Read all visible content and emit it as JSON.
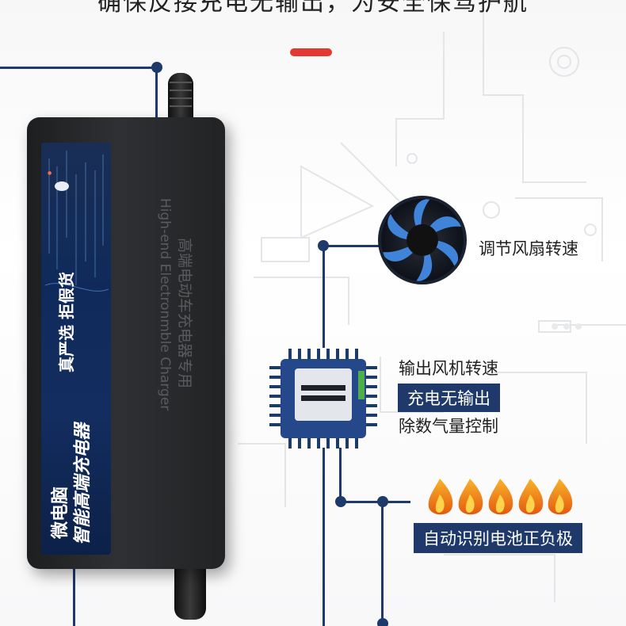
{
  "headline": "确保反接充电无输出，为安全保驾护航",
  "fan_label": "调节风扇转速",
  "chip_labels": {
    "line1": "输出风机转速",
    "line2": "充电无输出",
    "line3": "除数气量控制"
  },
  "polarity_label": "自动识别电池正负极",
  "charger": {
    "brand_text": "微电脑",
    "product_text": "智能高端充电器",
    "slogan_text": "真严选 拒假货",
    "engraved_en": "High-end Electronmble Charger",
    "engraved_cn": "高端电动车充电器专用"
  },
  "colors": {
    "accent": "#1d3a6b",
    "tag_bg": "#1f3a6a",
    "red_bar": "#e23a33",
    "flame_outer": "#f39a1b",
    "flame_inner": "#ffd34a"
  },
  "icons": [
    "fan-icon",
    "chip-icon",
    "flame-icon",
    "wifi-icon"
  ]
}
